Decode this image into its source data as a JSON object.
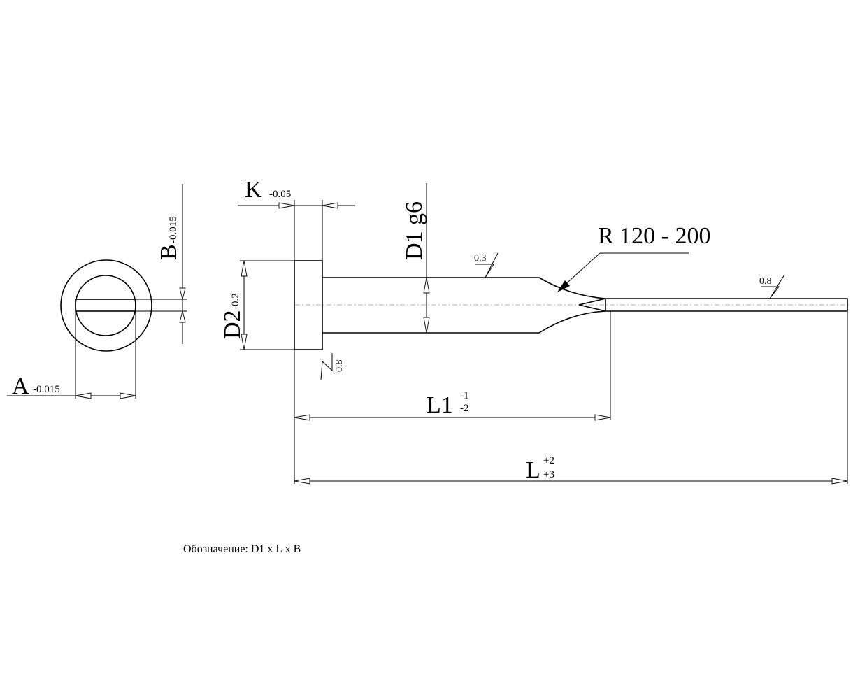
{
  "drawing": {
    "labels": {
      "K": "K",
      "K_tol": "-0.05",
      "B": "B",
      "B_tol": "-0.015",
      "A": "A",
      "A_tol": "-0.015",
      "D1": "D1 g6",
      "D2": "D2",
      "D2_tol": "-0.2",
      "R": "R 120 - 200",
      "L1": "L1",
      "L1_tol_upper": "-1",
      "L1_tol_lower": "-2",
      "L": "L",
      "L_tol_upper": "+2",
      "L_tol_lower": "+3"
    },
    "roughness": {
      "shank": "0.3",
      "tip": "0.8",
      "head": "0.8"
    },
    "designation": "Обозначение: D1 x L x B"
  }
}
